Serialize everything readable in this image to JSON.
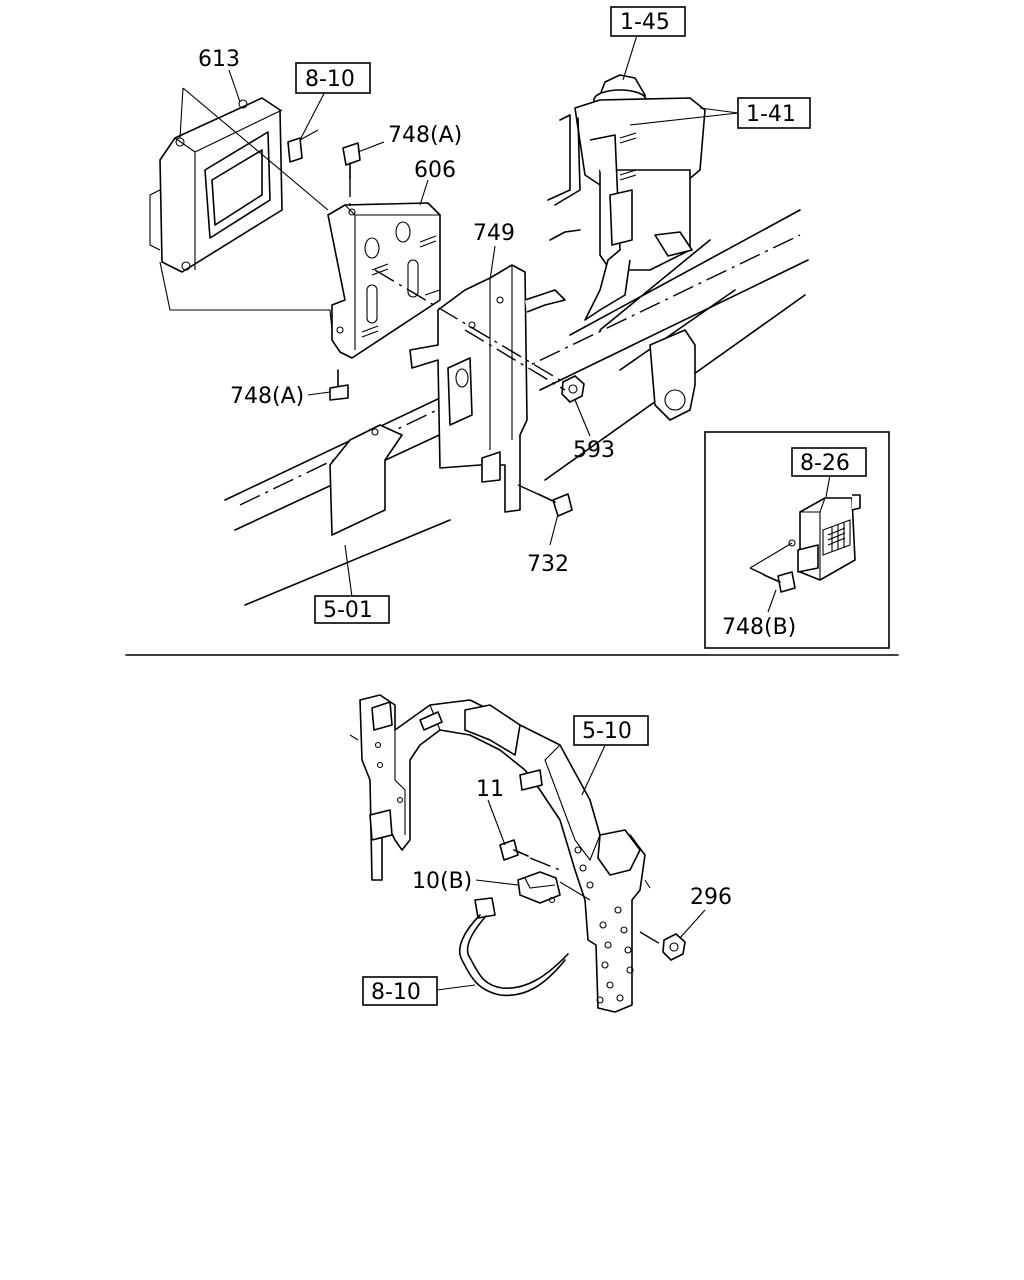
{
  "callouts": {
    "c613": "613",
    "c810a": "8-10",
    "c748a_top": "748(A)",
    "c606": "606",
    "c749": "749",
    "c145": "1-45",
    "c141": "1-41",
    "c748a_bottom": "748(A)",
    "c593": "593",
    "c732": "732",
    "c501": "5-01",
    "c826": "8-26",
    "c748b": "748(B)",
    "c510": "5-10",
    "c11": "11",
    "c10b": "10(B)",
    "c296": "296",
    "c810b": "8-10"
  }
}
